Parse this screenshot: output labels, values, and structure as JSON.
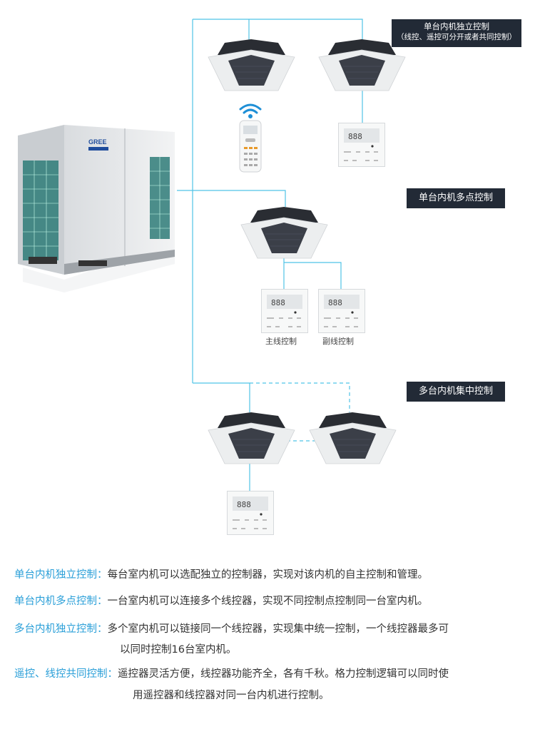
{
  "labels": {
    "single_independent_line1": "单台内机独立控制",
    "single_independent_line2": "（线控、遥控可分开或者共同控制）",
    "single_multipoint": "单台内机多点控制",
    "multi_centralized": "多台内机集中控制"
  },
  "captions": {
    "main_controller": "主线控制",
    "sub_controller": "副线控制"
  },
  "outdoor_unit": {
    "logo": "GREE"
  },
  "descriptions": [
    {
      "key": "单台内机独立控制：",
      "text": "每台室内机可以选配独立的控制器，实现对该内机的自主控制和管理。",
      "cont": ""
    },
    {
      "key": "单台内机多点控制：",
      "text": "一台室内机可以连接多个线控器，实现不同控制点控制同一台室内机。",
      "cont": ""
    },
    {
      "key": "多台内机独立控制：",
      "text": "多个室内机可以链接同一个线控器，实现集中统一控制，一个线控器最多可",
      "cont": "以同时控制16台室内机。"
    },
    {
      "key": "遥控、线控共同控制：",
      "text": "遥控器灵活方便，线控器功能齐全，各有千秋。格力控制逻辑可以同时使",
      "cont": "用遥控器和线控器对同一台内机进行控制。"
    }
  ],
  "colors": {
    "accent": "#2a9fd8",
    "line": "#4fc3e6",
    "label_bg": "#222a36"
  }
}
